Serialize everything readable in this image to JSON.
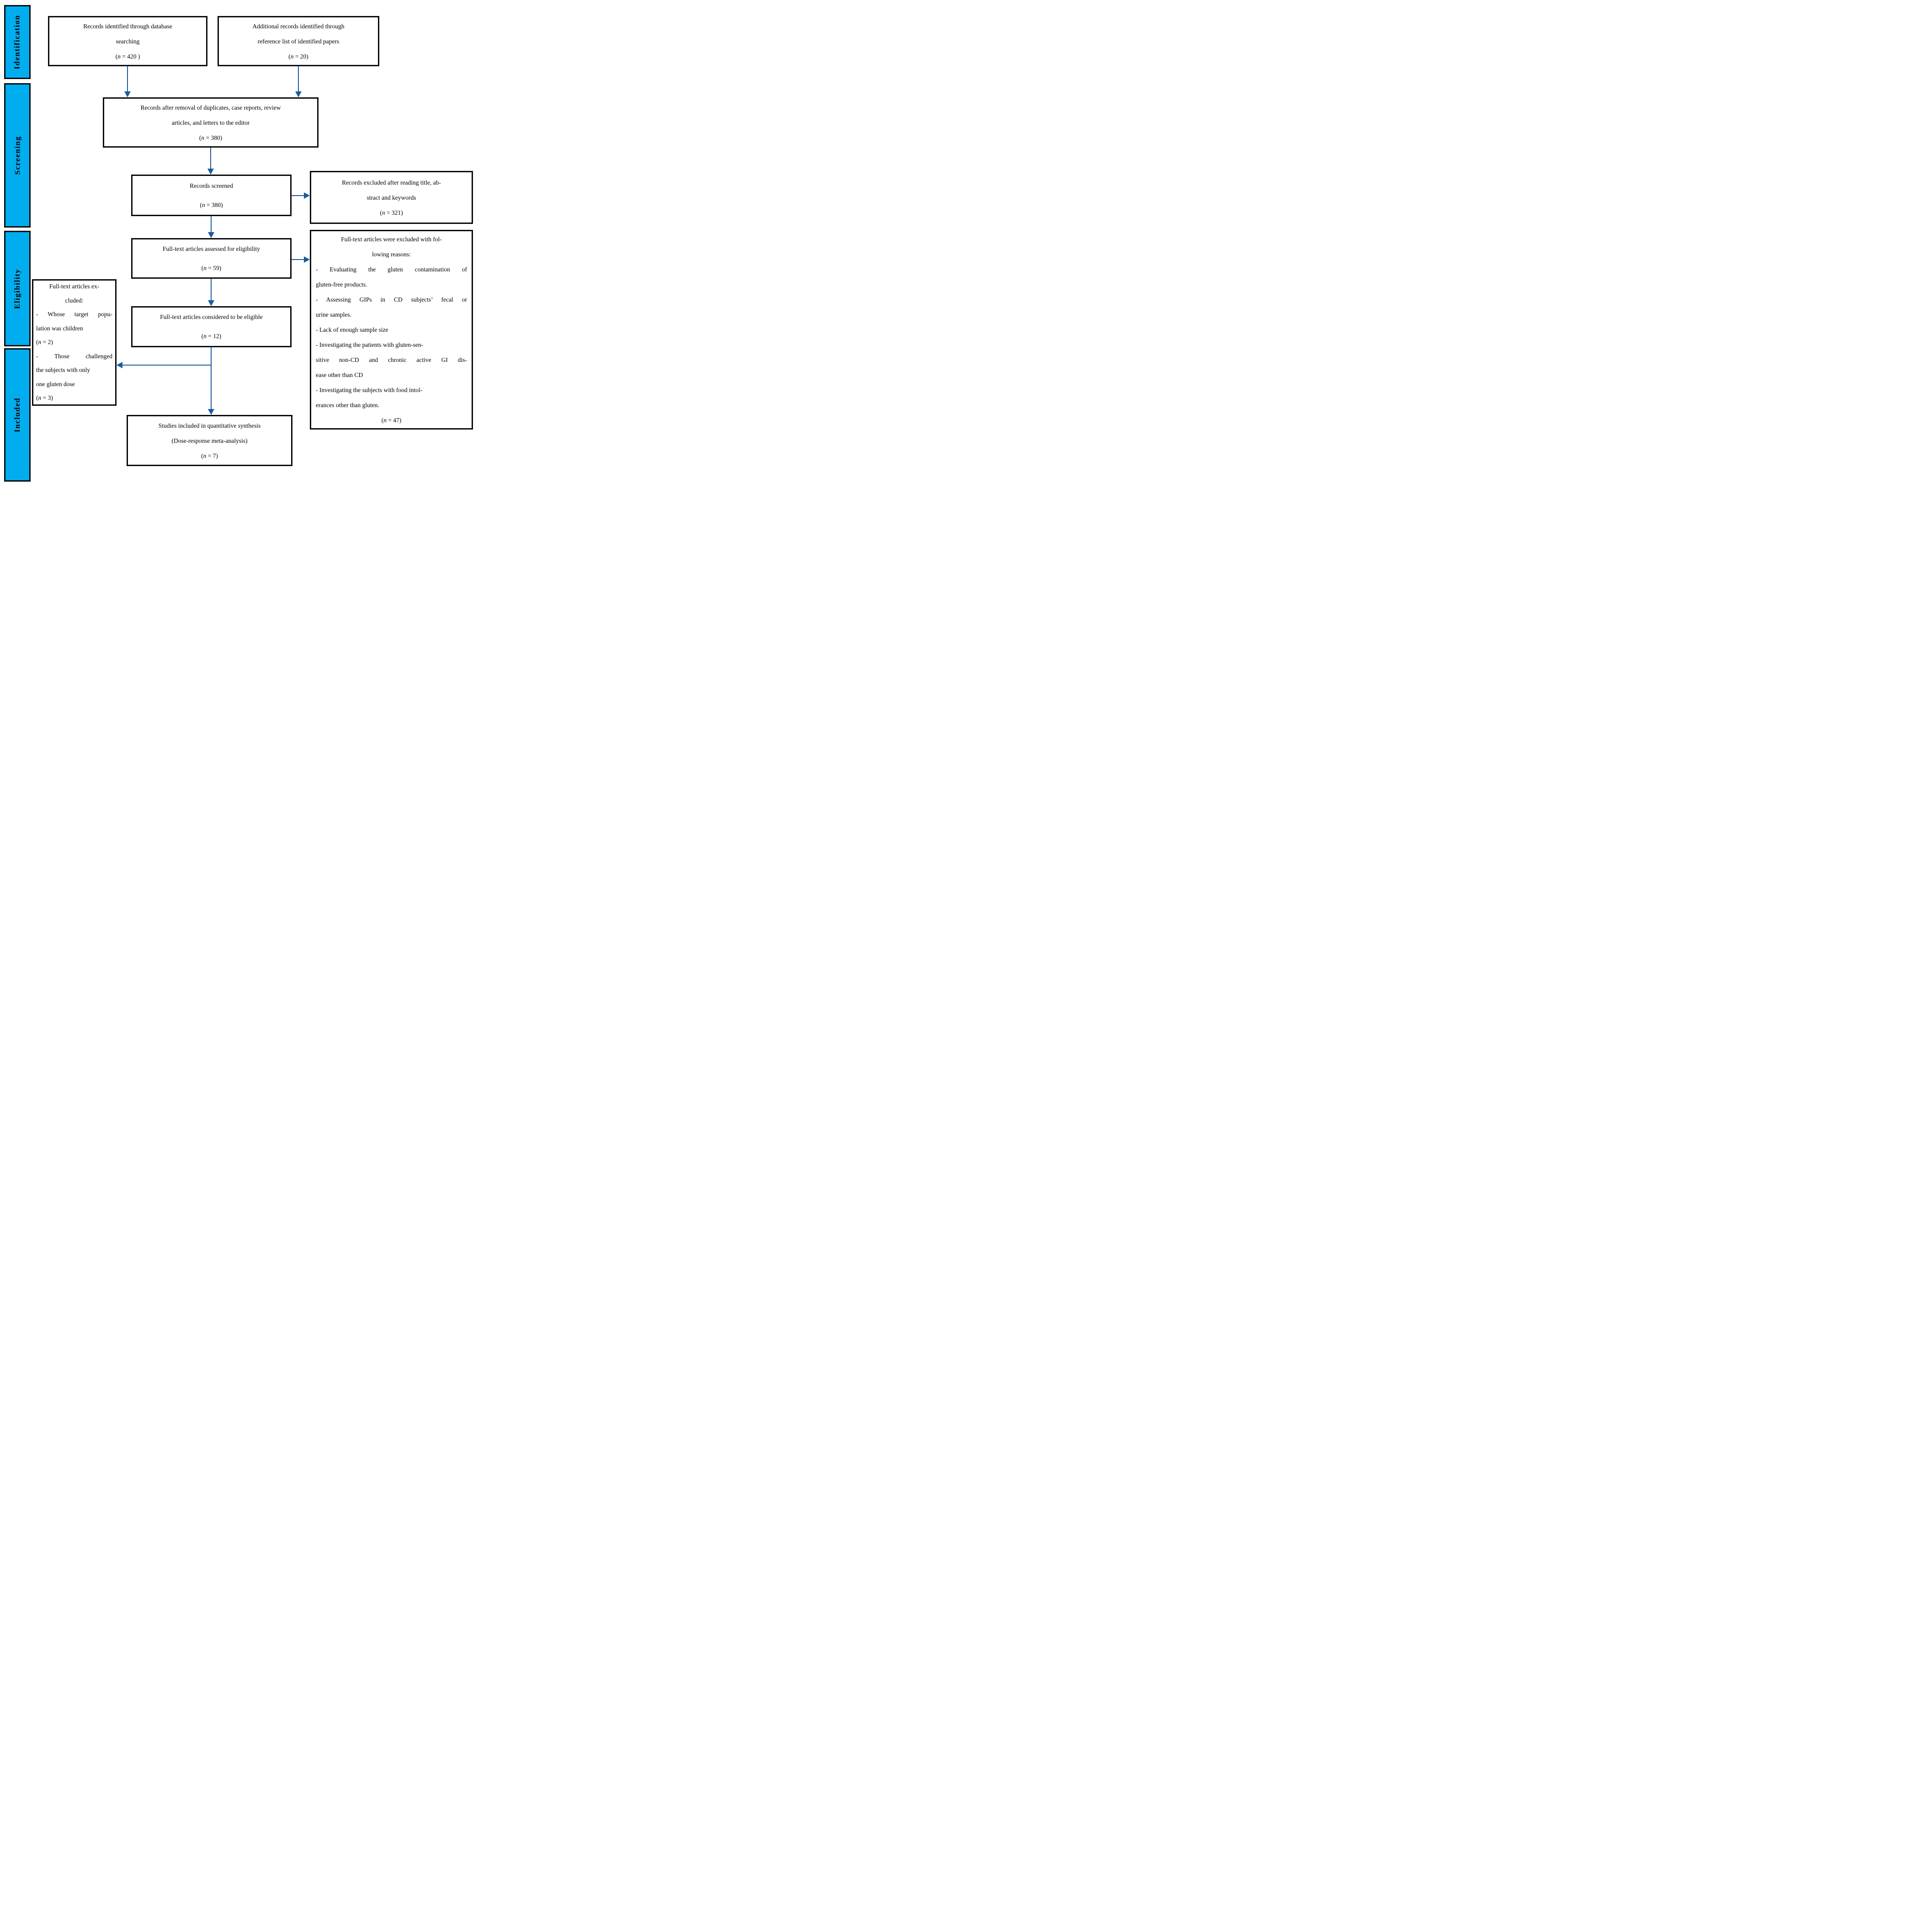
{
  "colors": {
    "stage_fill": "#00AEF0",
    "arrow": "#1A5B9E",
    "border": "#0a0a0a"
  },
  "sidebar": {
    "items": [
      {
        "label": "Identification"
      },
      {
        "label": "Screening"
      },
      {
        "label": "Eligibility"
      },
      {
        "label": "Included"
      }
    ]
  },
  "boxes": {
    "identified": {
      "lines": [
        {
          "t": "Records identified through database",
          "a": "c"
        },
        {
          "t": "searching",
          "a": "c"
        },
        {
          "t": "(n = 420 )",
          "a": "c"
        }
      ]
    },
    "additional": {
      "lines": [
        {
          "t": "Additional records identified through",
          "a": "c"
        },
        {
          "t": "reference list of identified papers",
          "a": "c"
        },
        {
          "t": "(n = 20)",
          "a": "c"
        }
      ]
    },
    "after_removal": {
      "lines": [
        {
          "t": "Records after removal of duplicates, case reports, review",
          "a": "c"
        },
        {
          "t": "articles, and letters to the editor",
          "a": "c"
        },
        {
          "t": "(n = 380)",
          "a": "c"
        }
      ]
    },
    "screened": {
      "lines": [
        {
          "t": "Records screened",
          "a": "c"
        },
        {
          "t": "(n = 380)",
          "a": "c"
        }
      ]
    },
    "excluded_title_abstract": {
      "lines": [
        {
          "t": "Records excluded after reading title, ab-",
          "a": "c"
        },
        {
          "t": "stract and keywords",
          "a": "c"
        },
        {
          "t": "(n = 321)",
          "a": "c"
        }
      ]
    },
    "assessed": {
      "lines": [
        {
          "t": "Full-text articles assessed for eligibility",
          "a": "c"
        },
        {
          "t": "(n = 59)",
          "a": "c"
        }
      ]
    },
    "eligible": {
      "lines": [
        {
          "t": "Full-text articles considered to be eligible",
          "a": "c"
        },
        {
          "t": "(n = 12)",
          "a": "c"
        }
      ]
    },
    "fulltext_excluded_left": {
      "lines": [
        {
          "t": "Full-text articles ex-",
          "a": "c"
        },
        {
          "t": "cluded:",
          "a": "c"
        },
        {
          "t": "- Whose target popu-",
          "a": "j"
        },
        {
          "t": "lation was children",
          "a": "l"
        },
        {
          "t": "(n = 2)",
          "a": "l"
        },
        {
          "t": "- Those challenged",
          "a": "j"
        },
        {
          "t": "the subjects with only",
          "a": "l"
        },
        {
          "t": "one gluten dose",
          "a": "l"
        },
        {
          "t": "(n = 3)",
          "a": "l"
        }
      ]
    },
    "fulltext_excluded_right": {
      "lines": [
        {
          "t": "Full-text articles were excluded with fol-",
          "a": "c"
        },
        {
          "t": "lowing reasons:",
          "a": "c"
        },
        {
          "t": "- Evaluating the gluten contamination of",
          "a": "j"
        },
        {
          "t": "gluten-free products.",
          "a": "l"
        },
        {
          "t": "- Assessing GIPs in CD subjects’ fecal or",
          "a": "j"
        },
        {
          "t": "urine samples.",
          "a": "l"
        },
        {
          "t": "- Lack of enough sample size",
          "a": "l"
        },
        {
          "t": "- Investigating the patients with gluten-sen-",
          "a": "l"
        },
        {
          "t": "sitive non-CD and chronic active GI dis-",
          "a": "j"
        },
        {
          "t": "ease other than CD",
          "a": "l"
        },
        {
          "t": "- Investigating the subjects with food intol-",
          "a": "l"
        },
        {
          "t": "erances other than gluten.",
          "a": "l"
        },
        {
          "t": "(n = 47)",
          "a": "c"
        }
      ]
    },
    "included_synthesis": {
      "lines": [
        {
          "t": "Studies included in quantitative synthesis",
          "a": "c"
        },
        {
          "t": "(Dose-response meta-analysis)",
          "a": "c"
        },
        {
          "t": "(n = 7)",
          "a": "c"
        }
      ]
    }
  }
}
